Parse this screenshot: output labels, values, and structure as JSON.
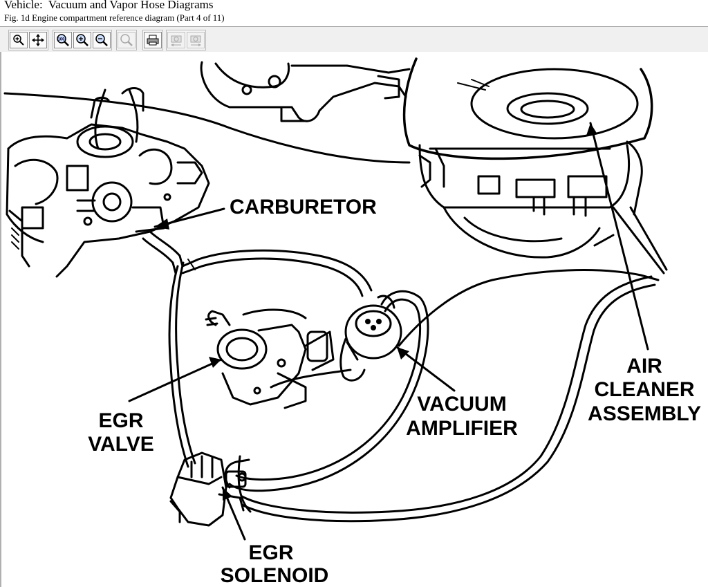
{
  "window": {
    "title": "Vehicle:  Vacuum and Vapor Hose Diagrams",
    "subtitle": "Fig. 1d Engine compartment reference diagram (Part 4 of 11)"
  },
  "toolbar": {
    "buttons": [
      {
        "icon": "zoom-in-icon",
        "enabled": true
      },
      {
        "icon": "pan-icon",
        "enabled": true
      },
      {
        "icon": "zoom-100-icon",
        "enabled": true
      },
      {
        "icon": "zoom-fit-icon",
        "enabled": true
      },
      {
        "icon": "zoom-out-icon",
        "enabled": true
      },
      {
        "icon": "zoom-window-icon",
        "enabled": false
      },
      {
        "icon": "print-icon",
        "enabled": true
      },
      {
        "icon": "previous-image-icon",
        "enabled": false
      },
      {
        "icon": "next-image-icon",
        "enabled": false
      }
    ]
  },
  "diagram": {
    "labels": {
      "carburetor": "CARBURETOR",
      "egr_valve_1": "EGR",
      "egr_valve_2": "VALVE",
      "vacuum_amplifier_1": "VACUUM",
      "vacuum_amplifier_2": "AMPLIFIER",
      "air_cleaner_1": "AIR",
      "air_cleaner_2": "CLEANER",
      "air_cleaner_3": "ASSEMBLY",
      "egr_solenoid_1": "EGR",
      "egr_solenoid_2": "SOLENOID"
    },
    "line_color": "#000000"
  }
}
